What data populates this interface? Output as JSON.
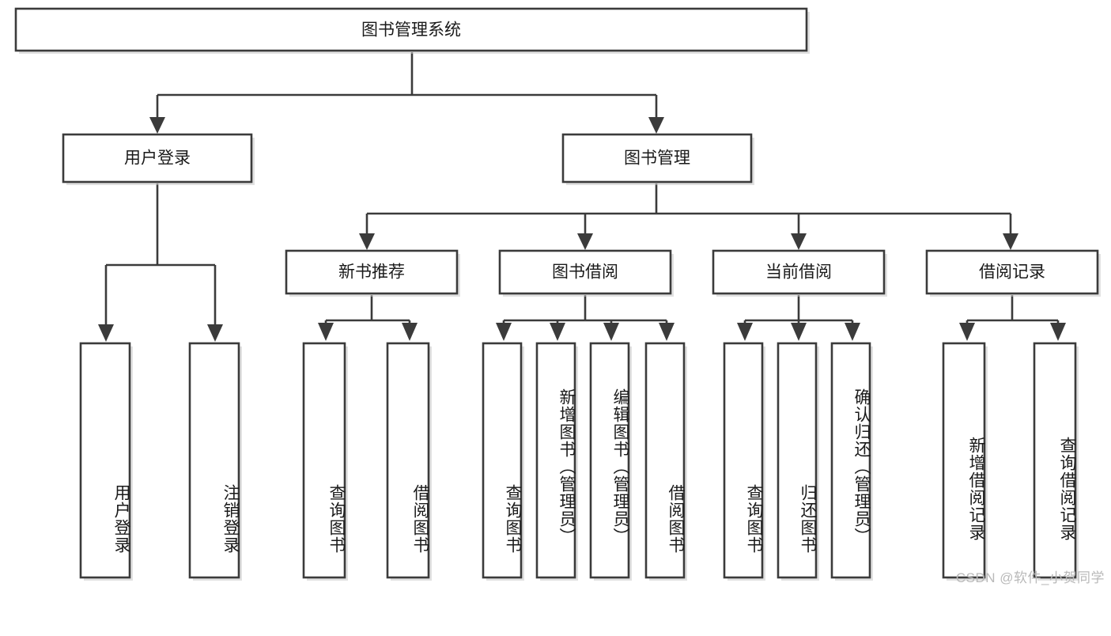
{
  "diagram": {
    "title": "图书管理系统",
    "type": "hierarchy-tree",
    "orientation": "top-down",
    "levels": 4,
    "root": {
      "id": "root",
      "label": "图书管理系统",
      "orientation": "horizontal"
    },
    "level2": [
      {
        "id": "user-login",
        "label": "用户登录",
        "orientation": "horizontal"
      },
      {
        "id": "book-manage",
        "label": "图书管理",
        "orientation": "horizontal"
      }
    ],
    "level3": [
      {
        "id": "new-book-recommend",
        "label": "新书推荐",
        "orientation": "horizontal",
        "parent": "book-manage"
      },
      {
        "id": "book-borrow",
        "label": "图书借阅",
        "orientation": "horizontal",
        "parent": "book-manage"
      },
      {
        "id": "current-borrow",
        "label": "当前借阅",
        "orientation": "horizontal",
        "parent": "book-manage"
      },
      {
        "id": "borrow-record",
        "label": "借阅记录",
        "orientation": "horizontal",
        "parent": "book-manage"
      }
    ],
    "leaves": [
      {
        "id": "leaf-user-login",
        "label": "用户登录",
        "parent": "user-login",
        "orientation": "vertical"
      },
      {
        "id": "leaf-user-logout",
        "label": "注销登录",
        "parent": "user-login",
        "orientation": "vertical"
      },
      {
        "id": "leaf-query-book-1",
        "label": "查询图书",
        "parent": "new-book-recommend",
        "orientation": "vertical"
      },
      {
        "id": "leaf-borrow-book-1",
        "label": "借阅图书",
        "parent": "new-book-recommend",
        "orientation": "vertical"
      },
      {
        "id": "leaf-query-book-2",
        "label": "查询图书",
        "parent": "book-borrow",
        "orientation": "vertical"
      },
      {
        "id": "leaf-add-book",
        "label": "新增图书（管理员）",
        "parent": "book-borrow",
        "orientation": "vertical"
      },
      {
        "id": "leaf-edit-book",
        "label": "编辑图书（管理员）",
        "parent": "book-borrow",
        "orientation": "vertical"
      },
      {
        "id": "leaf-borrow-book-2",
        "label": "借阅图书",
        "parent": "book-borrow",
        "orientation": "vertical"
      },
      {
        "id": "leaf-query-book-3",
        "label": "查询图书",
        "parent": "current-borrow",
        "orientation": "vertical"
      },
      {
        "id": "leaf-return-book",
        "label": "归还图书",
        "parent": "current-borrow",
        "orientation": "vertical"
      },
      {
        "id": "leaf-confirm-return",
        "label": "确认归还（管理员）",
        "parent": "current-borrow",
        "orientation": "vertical"
      },
      {
        "id": "leaf-add-record",
        "label": "新增借阅记录",
        "parent": "borrow-record",
        "orientation": "vertical"
      },
      {
        "id": "leaf-query-record",
        "label": "查询借阅记录",
        "parent": "borrow-record",
        "orientation": "vertical"
      }
    ]
  },
  "watermark": {
    "text": "CSDN @软件_小贺同学"
  },
  "colors": {
    "box_stroke": "#3b3b3b",
    "box_fill": "#ffffff",
    "text": "#1a1a1a",
    "background": "#ffffff",
    "watermark": "#b9b9b9"
  }
}
